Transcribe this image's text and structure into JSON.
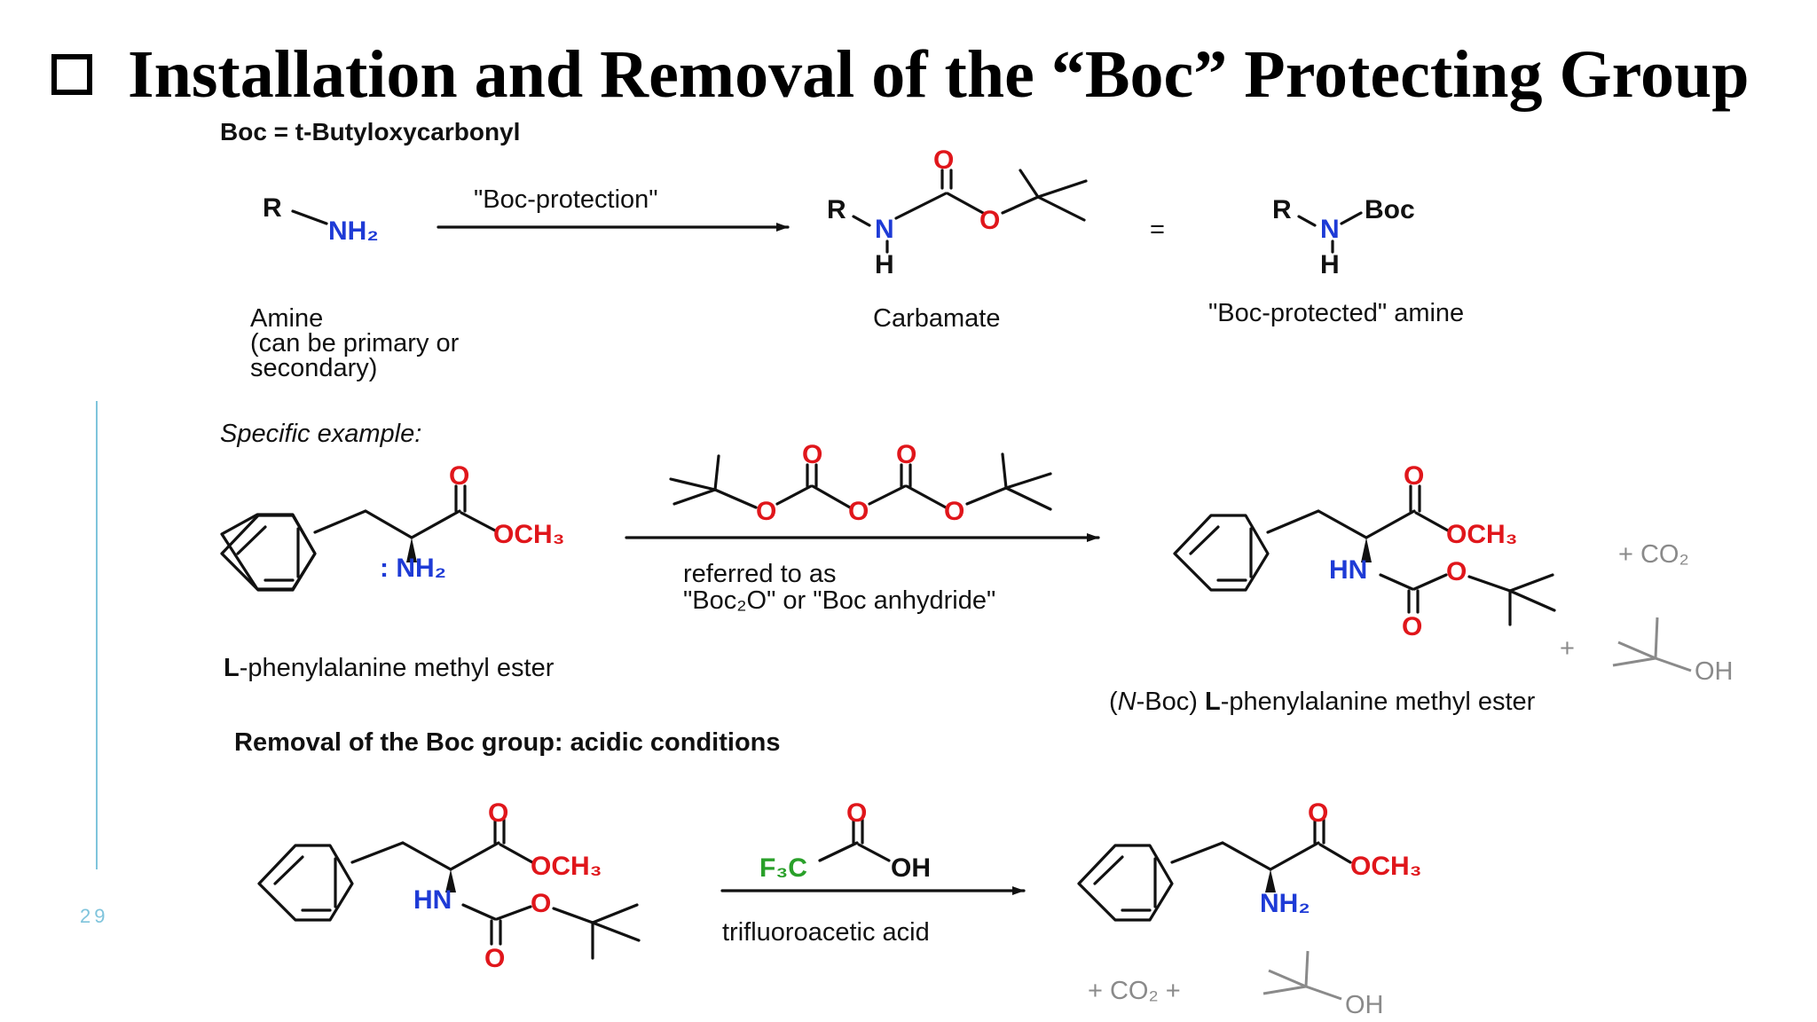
{
  "slide": {
    "title": "Installation and Removal of the “Boc” Protecting Group",
    "page_number": "29"
  },
  "scheme": {
    "definition": "Boc = t-Butyloxycarbonyl",
    "boc_protection_label": "\"Boc-protection\"",
    "amine_label_1": "Amine",
    "amine_label_2": "(can be primary or",
    "amine_label_3": "secondary)",
    "carbamate_label": "Carbamate",
    "equals": "=",
    "protected_amine_label": "\"Boc-protected\" amine",
    "specific_example": "Specific example:",
    "referred_to_as": "referred to as",
    "boc2o_label": "\"Boc₂O\" or \"Boc anhydride\"",
    "reactant_name_prefix": "L",
    "reactant_name_rest": "-phenylalanine methyl ester",
    "product_name_prefix": "(",
    "product_name_n": "N",
    "product_name_boc": "-Boc) ",
    "product_name_l": "L",
    "product_name_rest": "-phenylalanine methyl ester",
    "removal_heading": "Removal of the Boc group: acidic conditions",
    "tfa_label": "trifluoroacetic acid",
    "plus_co2": "+ CO₂",
    "plus": "+",
    "plus_co2_plus": "+ CO₂ +"
  },
  "atoms": {
    "R": "R",
    "NH2": "NH₂",
    "N": "N",
    "H": "H",
    "O": "O",
    "Boc": "Boc",
    "OCH3": "OCH₃",
    "colon_NH2": ": NH₂",
    "HN": "HN",
    "F3C": "F₃C",
    "OH": "OH"
  },
  "colors": {
    "oxygen": "#e0161b",
    "nitrogen": "#1e3bd6",
    "fluorine": "#2aa02a",
    "accent_line": "#7fc4dc"
  }
}
